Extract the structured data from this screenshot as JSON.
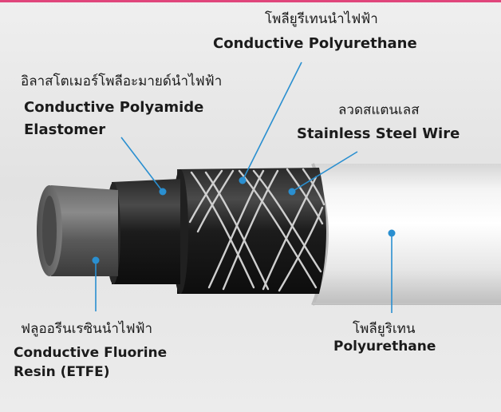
{
  "labels": {
    "conductive_polyurethane": {
      "thai": "โพลียูรีเทนนำไฟฟ้า",
      "en": "Conductive Polyurethane"
    },
    "conductive_polyamide_elastomer": {
      "thai": "อิลาสโตเมอร์โพลีอะมายด์นำไฟฟ้า",
      "en_line1": "Conductive Polyamide",
      "en_line2": "Elastomer"
    },
    "stainless_steel_wire": {
      "thai": "ลวดสแตนเลส",
      "en": "Stainless Steel Wire"
    },
    "conductive_fluorine_resin": {
      "thai": "ฟลูออรีนเรซินนำไฟฟ้า",
      "en_line1": "Conductive Fluorine",
      "en_line2": "Resin (ETFE)"
    },
    "polyurethane": {
      "thai": "โพลียูริเทน",
      "en": "Polyurethane"
    }
  },
  "colors": {
    "leader_line": "#2a8fd0",
    "dot": "#2a8fd0",
    "text": "#1b1b1b",
    "top_accent": "#e0457b"
  }
}
